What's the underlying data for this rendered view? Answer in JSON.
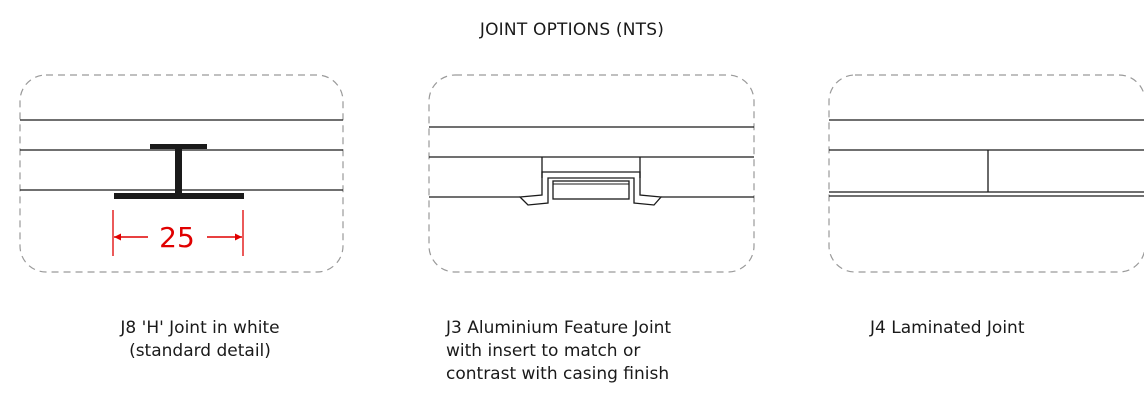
{
  "title": "JOINT OPTIONS (NTS)",
  "colors": {
    "line": "#1a1a1a",
    "border": "#9a9a9a",
    "dimension": "#e00000"
  },
  "details": [
    {
      "id": "J8",
      "dimension": "25",
      "caption": [
        "J8 'H' Joint in white",
        "(standard detail)"
      ]
    },
    {
      "id": "J3",
      "caption": [
        "J3 Aluminium Feature Joint",
        "with insert to match or",
        "contrast with casing finish"
      ]
    },
    {
      "id": "J4",
      "caption": [
        "J4 Laminated Joint"
      ]
    }
  ]
}
